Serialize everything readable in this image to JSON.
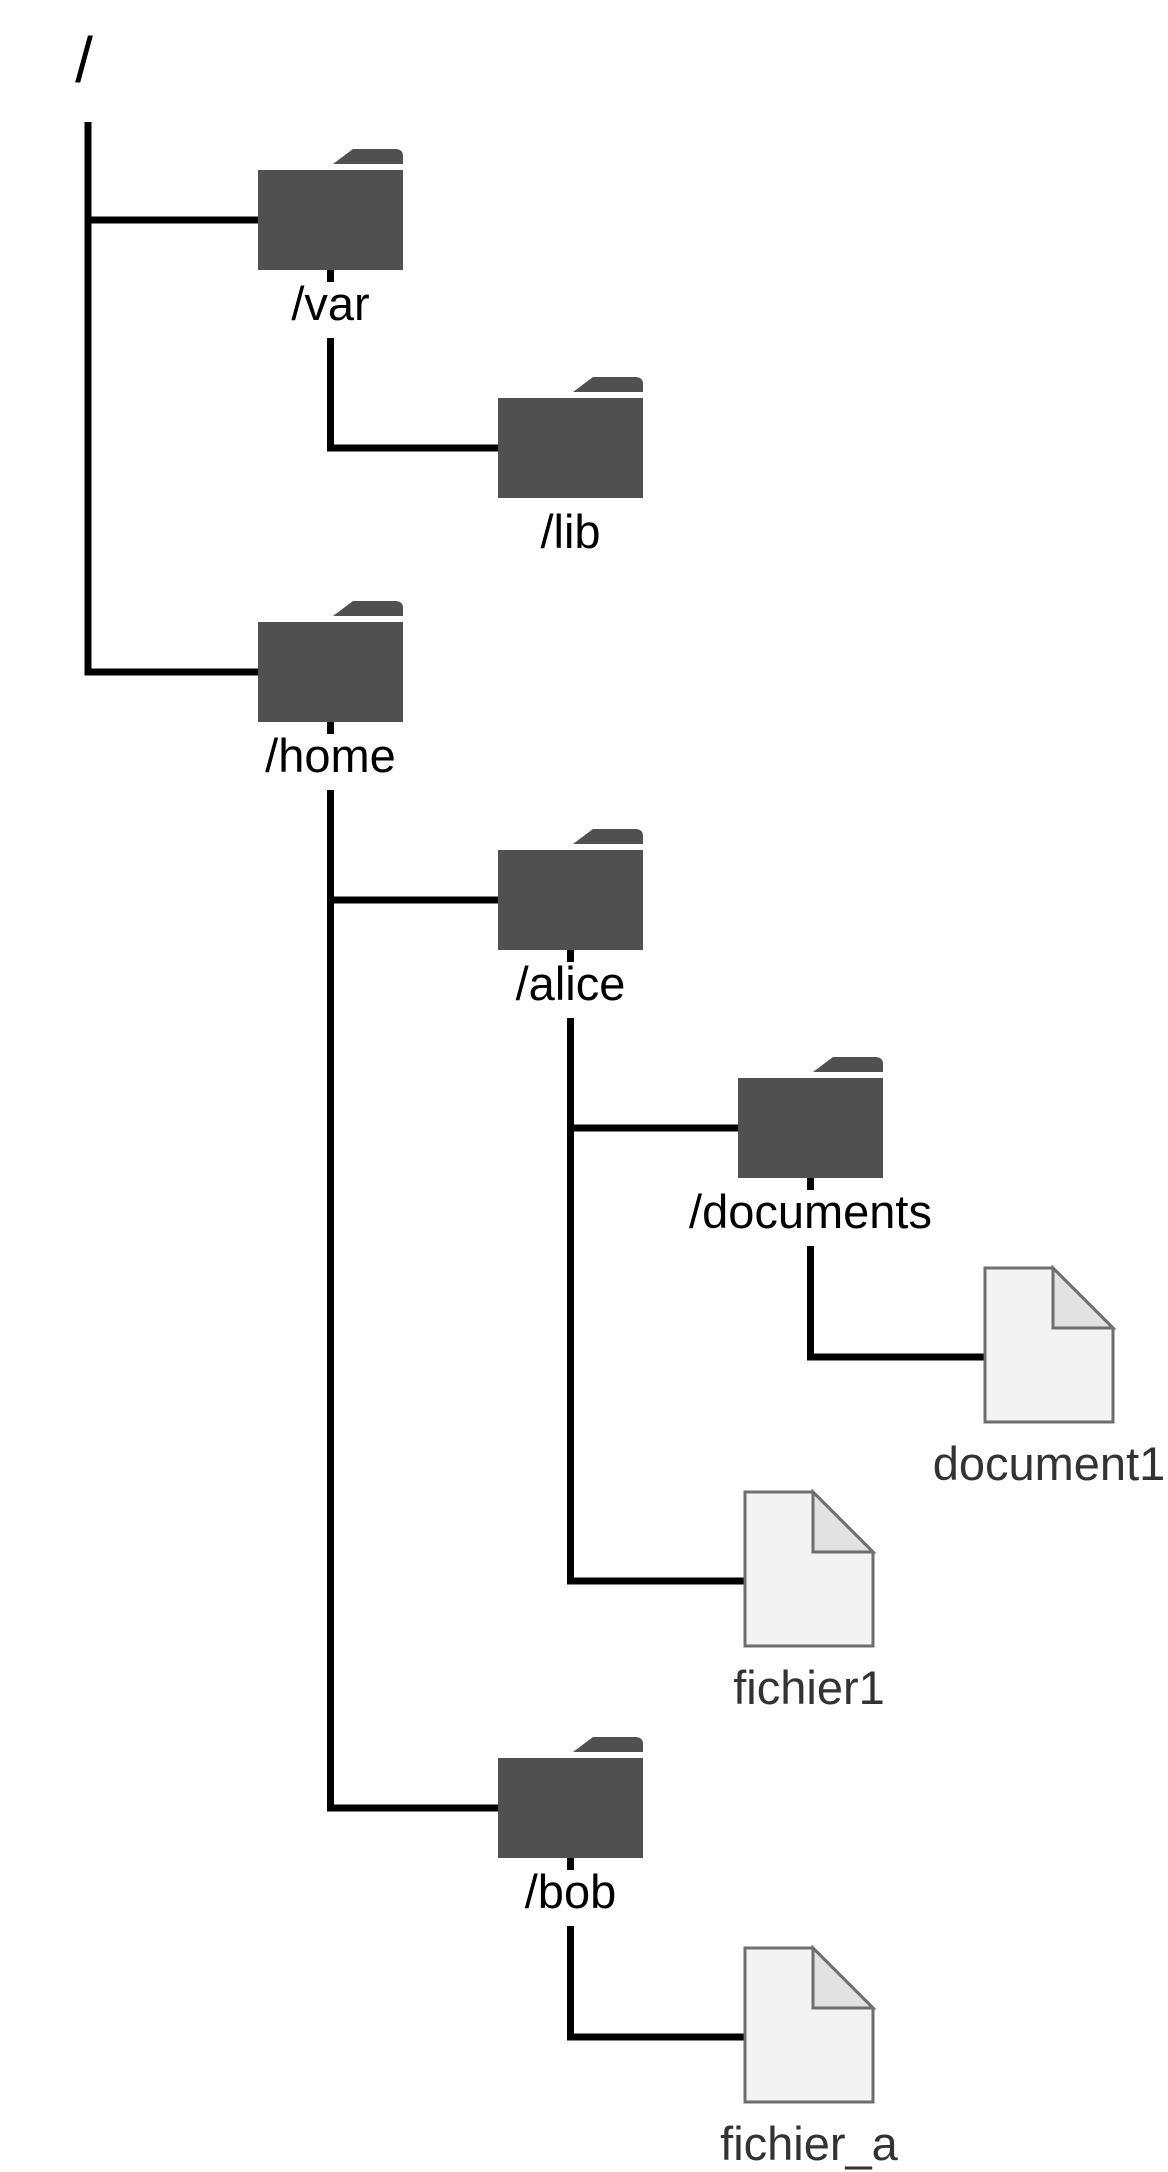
{
  "colors": {
    "line": "#000000",
    "folder": "#505050",
    "file_fill": "#f3f3f3",
    "file_fold": "#e2e2e2",
    "file_stroke": "#6e6e6e",
    "file_label": "#333333",
    "background": "#ffffff"
  },
  "root": {
    "label": "/"
  },
  "nodes": [
    {
      "id": "var",
      "type": "folder",
      "label": "/var",
      "parent": "root"
    },
    {
      "id": "lib",
      "type": "folder",
      "label": "/lib",
      "parent": "var"
    },
    {
      "id": "home",
      "type": "folder",
      "label": "/home",
      "parent": "root"
    },
    {
      "id": "alice",
      "type": "folder",
      "label": "/alice",
      "parent": "home"
    },
    {
      "id": "documents",
      "type": "folder",
      "label": "/documents",
      "parent": "alice"
    },
    {
      "id": "document1",
      "type": "file",
      "label": "document1",
      "parent": "documents"
    },
    {
      "id": "fichier1",
      "type": "file",
      "label": "fichier1",
      "parent": "alice"
    },
    {
      "id": "bob",
      "type": "folder",
      "label": "/bob",
      "parent": "home"
    },
    {
      "id": "fichier_a",
      "type": "file",
      "label": "fichier_a",
      "parent": "bob"
    }
  ]
}
